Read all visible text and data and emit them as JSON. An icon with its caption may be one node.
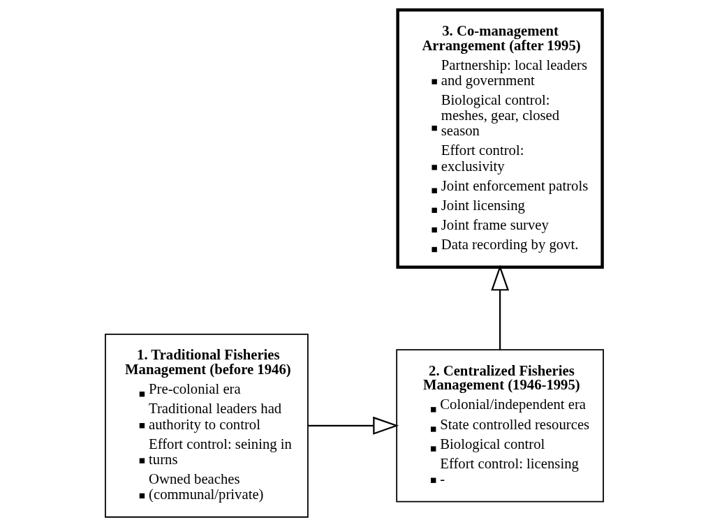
{
  "diagram": {
    "nodes": [
      {
        "text": [
          "3. Co-management Arrangement (after 1995)",
          "Partnership: local leaders and government",
          "Biological control: meshes, gear, closed season",
          "Effort control: exclusivity",
          "Joint enforcement patrols",
          "Joint licensing",
          "Joint frame survey",
          "Data recording by govt."
        ]
      },
      {
        "text": [
          "2. Centralized Fisheries Management (1946-1995)",
          "Colonial/independent era",
          "State controlled resources",
          "Biological control",
          "Effort control: licensing -"
        ]
      },
      {
        "text": [
          "1. Traditional Fisheries Management (before 1946)",
          "Pre-colonial era",
          "Traditional leaders had authority to control",
          "Effort control: seining in turns",
          "Owned beaches (communal/private)"
        ]
      }
    ],
    "edges": [
      {
        "from": 2,
        "to": 1,
        "arrow": "to"
      },
      {
        "from": 1,
        "to": 0,
        "arrow": "to"
      }
    ]
  }
}
